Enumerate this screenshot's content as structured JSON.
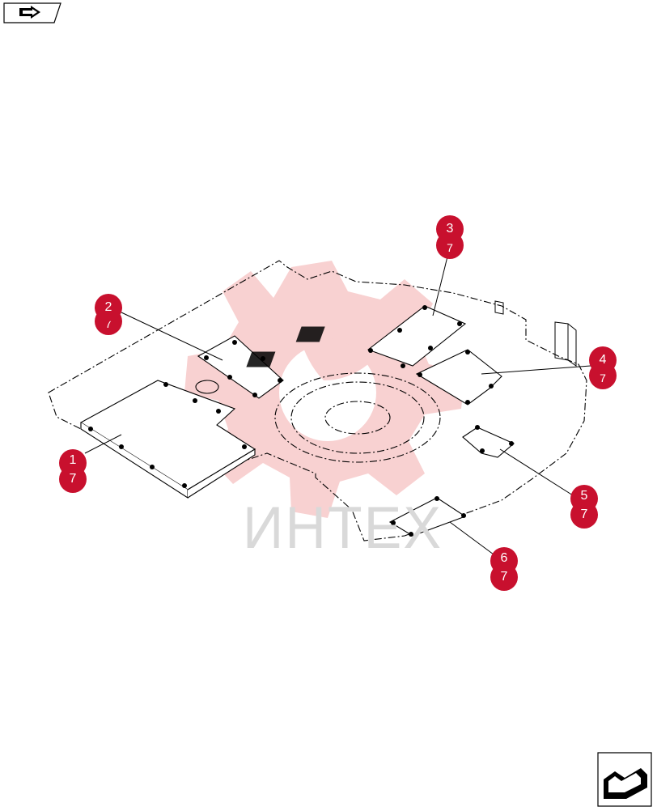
{
  "navigation": {
    "prev_icon": "arrow-back-icon",
    "next_icon": "arrow-forward-icon"
  },
  "watermark": {
    "text": "ИНТЕХ",
    "logo": "gear-logo-icon",
    "color": "#f4b3b3"
  },
  "callouts": [
    {
      "front": "2",
      "back": "7"
    },
    {
      "front": "3",
      "back": "7"
    },
    {
      "front": "4",
      "back": "7"
    },
    {
      "front": "7",
      "back": "1"
    },
    {
      "front": "7",
      "back": "5"
    },
    {
      "front": "7",
      "back": "6"
    }
  ],
  "colors": {
    "callout": "#c8102e",
    "line": "#000000"
  }
}
